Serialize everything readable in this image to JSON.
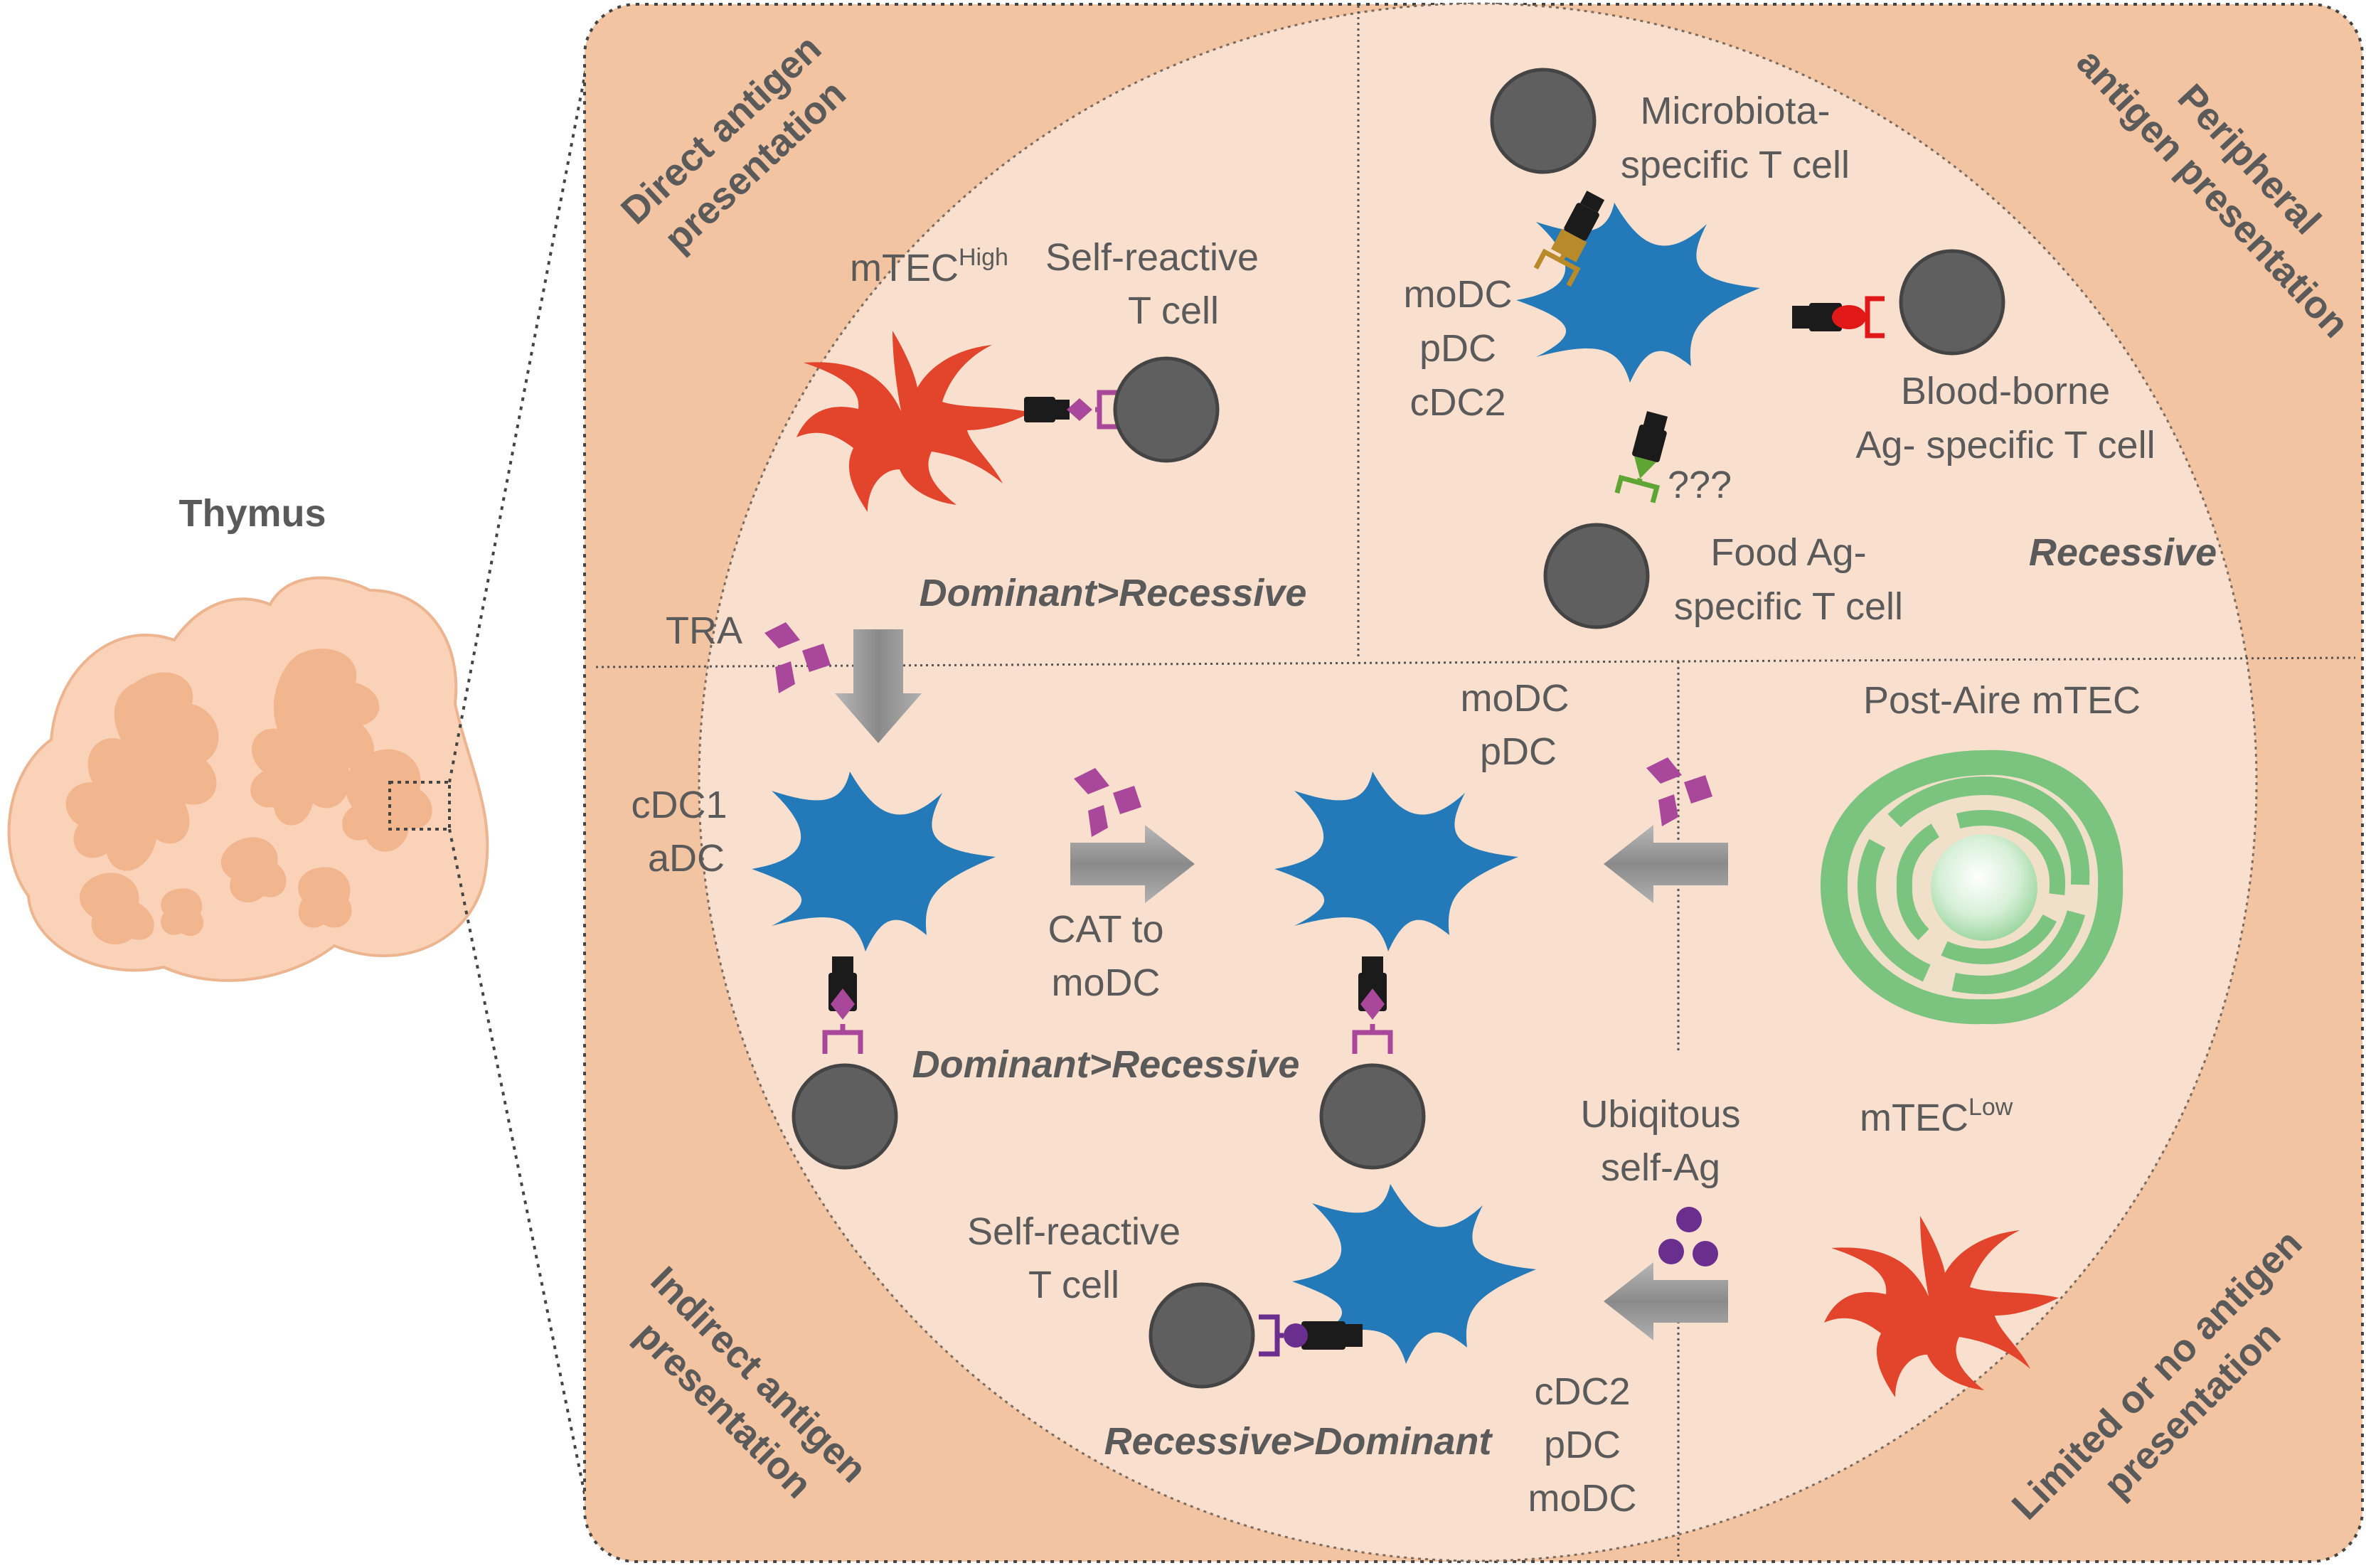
{
  "thymus": {
    "title": "Thymus"
  },
  "quadrants": {
    "direct": {
      "title_line1": "Direct antigen",
      "title_line2": "presentation",
      "cell_label": "mTEC",
      "cell_label_sup": "High",
      "tcell_line1": "Self-reactive",
      "tcell_line2": "T cell",
      "tolerance": "Dominant>Recessive",
      "antigen": "TRA"
    },
    "peripheral": {
      "title_line1": "Peripheral",
      "title_line2": "antigen presentation",
      "dc_line1": "moDC",
      "dc_line2": "pDC",
      "dc_line3": "cDC2",
      "microbiota_line1": "Microbiota-",
      "microbiota_line2": "specific T cell",
      "blood_line1": "Blood-borne",
      "blood_line2": "Ag- specific T cell",
      "unknown": "???",
      "food_line1": "Food Ag-",
      "food_line2": "specific T cell",
      "tolerance": "Recessive"
    },
    "indirect": {
      "title_line1": "Indirect antigen",
      "title_line2": "presentation",
      "dc1_line1": "cDC1",
      "dc1_line2": "aDC",
      "cat_line1": "CAT to",
      "cat_line2": "moDC",
      "dc2_line1": "moDC",
      "dc2_line2": "pDC",
      "tolerance_top": "Dominant>Recessive",
      "tcell_line1": "Self-reactive",
      "tcell_line2": "T cell",
      "tolerance_bottom": "Recessive>Dominant",
      "dc3_line1": "cDC2",
      "dc3_line2": "pDC",
      "dc3_line3": "moDC"
    },
    "limited": {
      "title_line1": "Limited or no antigen",
      "title_line2": "presentation",
      "postaire": "Post-Aire mTEC",
      "ubiq_line1": "Ubiqitous",
      "ubiq_line2": "self-Ag",
      "mtec_low": "mTEC",
      "mtec_low_sup": "Low"
    }
  },
  "colors": {
    "frame": "#f2c4a2",
    "circle": "#f9e0ce",
    "dc": "#2479b9",
    "mtec": "#e2452c",
    "tcell": "#5f5f60",
    "tra": "#a9479a",
    "ubiq": "#6a2e8f",
    "microbiota": "#b88a2a",
    "blood": "#e01818",
    "food": "#5fa533",
    "postaire": "#7bc47f",
    "thymus": "#f9d2b8"
  }
}
